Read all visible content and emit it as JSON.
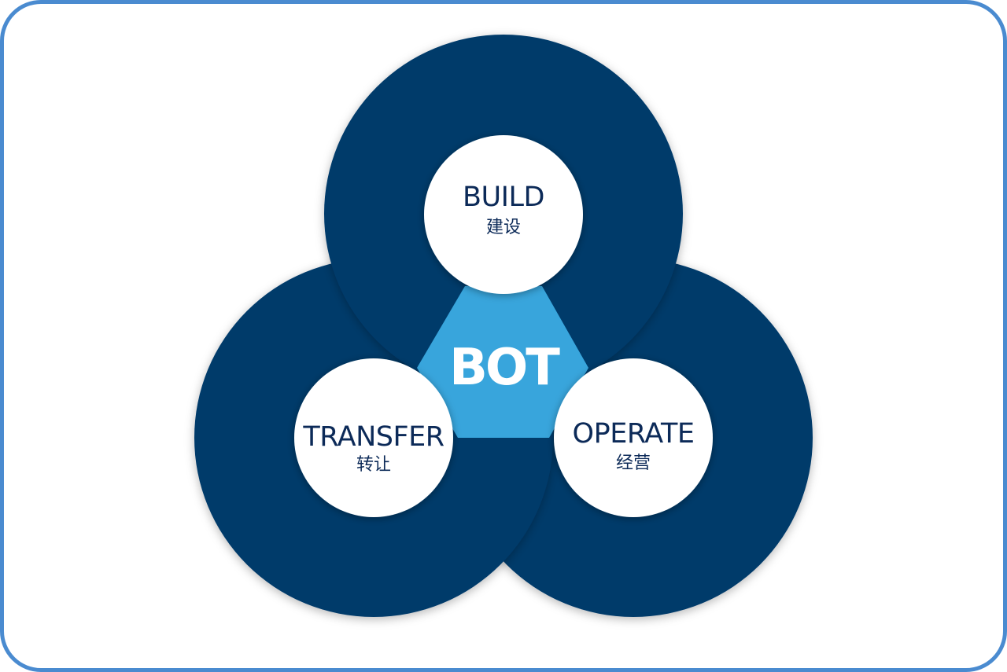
{
  "colors": {
    "ring": "#053a6b",
    "center": "#38a5dc",
    "hole": "#ffffff",
    "label": "#0c2a58",
    "border": "#4a8bd0"
  },
  "center": {
    "label": "BOT"
  },
  "nodes": [
    {
      "id": "build",
      "label": "BUILD",
      "sublabel": "建设"
    },
    {
      "id": "operate",
      "label": "OPERATE",
      "sublabel": "经营"
    },
    {
      "id": "transfer",
      "label": "TRANSFER",
      "sublabel": "转让"
    }
  ]
}
